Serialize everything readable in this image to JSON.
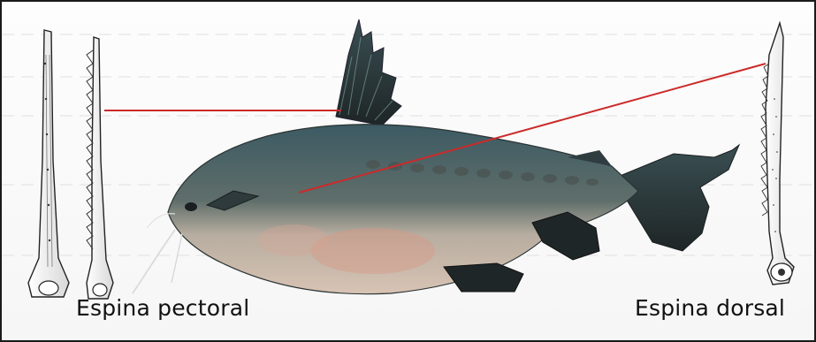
{
  "labels": {
    "pectoral": "Espina pectoral",
    "dorsal": "Espina dorsal"
  },
  "icons": [
    "pectoral-spine-drawing",
    "catfish-photo",
    "dorsal-spine-drawing"
  ],
  "colors": {
    "pointer_line": "#cc2a2a",
    "border": "#1a1a1a"
  }
}
